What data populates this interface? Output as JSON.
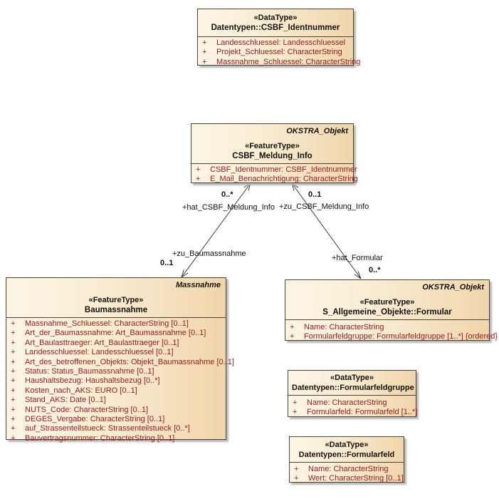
{
  "colors": {
    "box_fill_light": "#fdf5e4",
    "box_fill_dark": "#f0d5ab",
    "box_border": "#4a4436",
    "attribute_text": "#9a1c20",
    "edge_line": "#3f3b33",
    "shadow": "#b9b9b9"
  },
  "boxes": {
    "csbf_identnummer": {
      "stereotype": "«DataType»",
      "name": "Datentypen::CSBF_Identnummer",
      "attributes": [
        {
          "vis": "+",
          "text": "Landesschluessel: Landesschluessel"
        },
        {
          "vis": "+",
          "text": "Projekt_Schluessel: CharacterString"
        },
        {
          "vis": "+",
          "text": "Massnahme_Schluessel: CharacterString"
        }
      ]
    },
    "csbf_meldung_info": {
      "package": "OKSTRA_Objekt",
      "stereotype": "«FeatureType»",
      "name": "CSBF_Meldung_Info",
      "attributes": [
        {
          "vis": "+",
          "text": "CSBF_Identnummer: CSBF_Identnummer"
        },
        {
          "vis": "+",
          "text": "E_Mail_Benachrichtigung: CharacterString"
        }
      ]
    },
    "baumassnahme": {
      "package": "Massnahme",
      "stereotype": "«FeatureType»",
      "name": "Baumassnahme",
      "attributes": [
        {
          "vis": "+",
          "text": "Massnahme_Schluessel: CharacterString [0..1]"
        },
        {
          "vis": "+",
          "text": "Art_der_Baumassnahme: Art_Baumassnahme [0..1]"
        },
        {
          "vis": "+",
          "text": "Art_Baulasttraeger: Art_Baulasttraeger [0..1]"
        },
        {
          "vis": "+",
          "text": "Landesschluessel: Landesschluessel [0..1]"
        },
        {
          "vis": "+",
          "text": "Art_des_betroffenen_Objekts: Objekt_Baumassnahme [0..1]"
        },
        {
          "vis": "+",
          "text": "Status: Status_Baumassnahme [0..1]"
        },
        {
          "vis": "+",
          "text": "Haushaltsbezug: Haushaltsbezug [0..*]"
        },
        {
          "vis": "+",
          "text": "Kosten_nach_AKS: EURO [0..1]"
        },
        {
          "vis": "+",
          "text": "Stand_AKS: Date [0..1]"
        },
        {
          "vis": "+",
          "text": "NUTS_Code: CharacterString [0..1]"
        },
        {
          "vis": "+",
          "text": "DEGES_Vergabe: CharacterString [0..1]"
        },
        {
          "vis": "+",
          "text": "auf_Strassenteilstueck: Strassenteilstueck [0..*]"
        },
        {
          "vis": "+",
          "text": "Bauvertragsnummer: CharacterString [0..1]"
        }
      ]
    },
    "formular": {
      "package": "OKSTRA_Objekt",
      "stereotype": "«FeatureType»",
      "name": "S_Allgemeine_Objekte::Formular",
      "attributes": [
        {
          "vis": "+",
          "text": "Name: CharacterString"
        },
        {
          "vis": "+",
          "text": "Formularfeldgruppe: Formularfeldgruppe [1..*] {ordered}"
        }
      ]
    },
    "formularfeldgruppe": {
      "stereotype": "«DataType»",
      "name": "Datentypen::Formularfeldgruppe",
      "attributes": [
        {
          "vis": "+",
          "text": "Name: CharacterString"
        },
        {
          "vis": "+",
          "text": "Formularfeld: Formularfeld [1..*]"
        }
      ]
    },
    "formularfeld": {
      "stereotype": "«DataType»",
      "name": "Datentypen::Formularfeld",
      "attributes": [
        {
          "vis": "+",
          "text": "Name: CharacterString"
        },
        {
          "vis": "+",
          "text": "Wert: CharacterString [0..1]"
        }
      ]
    }
  },
  "associations": {
    "meldung_baumassnahme": {
      "mult_at_meldung": "0..*",
      "role_at_meldung": "+hat_CSBF_Meldung_Info",
      "role_at_baumassnahme": "+zu_Baumassnahme",
      "mult_at_baumassnahme": "0..1"
    },
    "meldung_formular": {
      "mult_at_meldung": "0..1",
      "role_at_meldung": "+zu_CSBF_Meldung_Info",
      "role_at_formular": "+hat_Formular",
      "mult_at_formular": "0..*"
    }
  }
}
